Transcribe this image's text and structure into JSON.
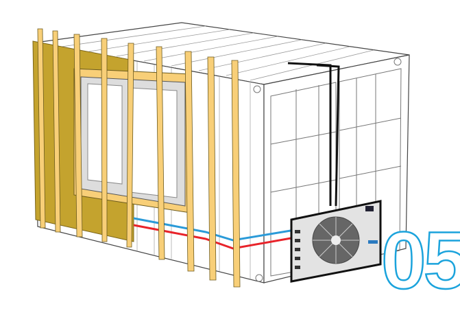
{
  "illustration": {
    "step_number": "05",
    "colors": {
      "step_outline": "#1ba3dc",
      "wall_panel": "#c4a32e",
      "battens": "#f8cf78",
      "pipe_hot": "#e8232a",
      "pipe_cold": "#2a9ad8",
      "heat_pump_body": "#e3e3e3"
    },
    "parts": [
      "shipping-container",
      "window",
      "wooden-battens",
      "insulation-panel",
      "refrigerant-pipes",
      "heat-pump"
    ]
  }
}
